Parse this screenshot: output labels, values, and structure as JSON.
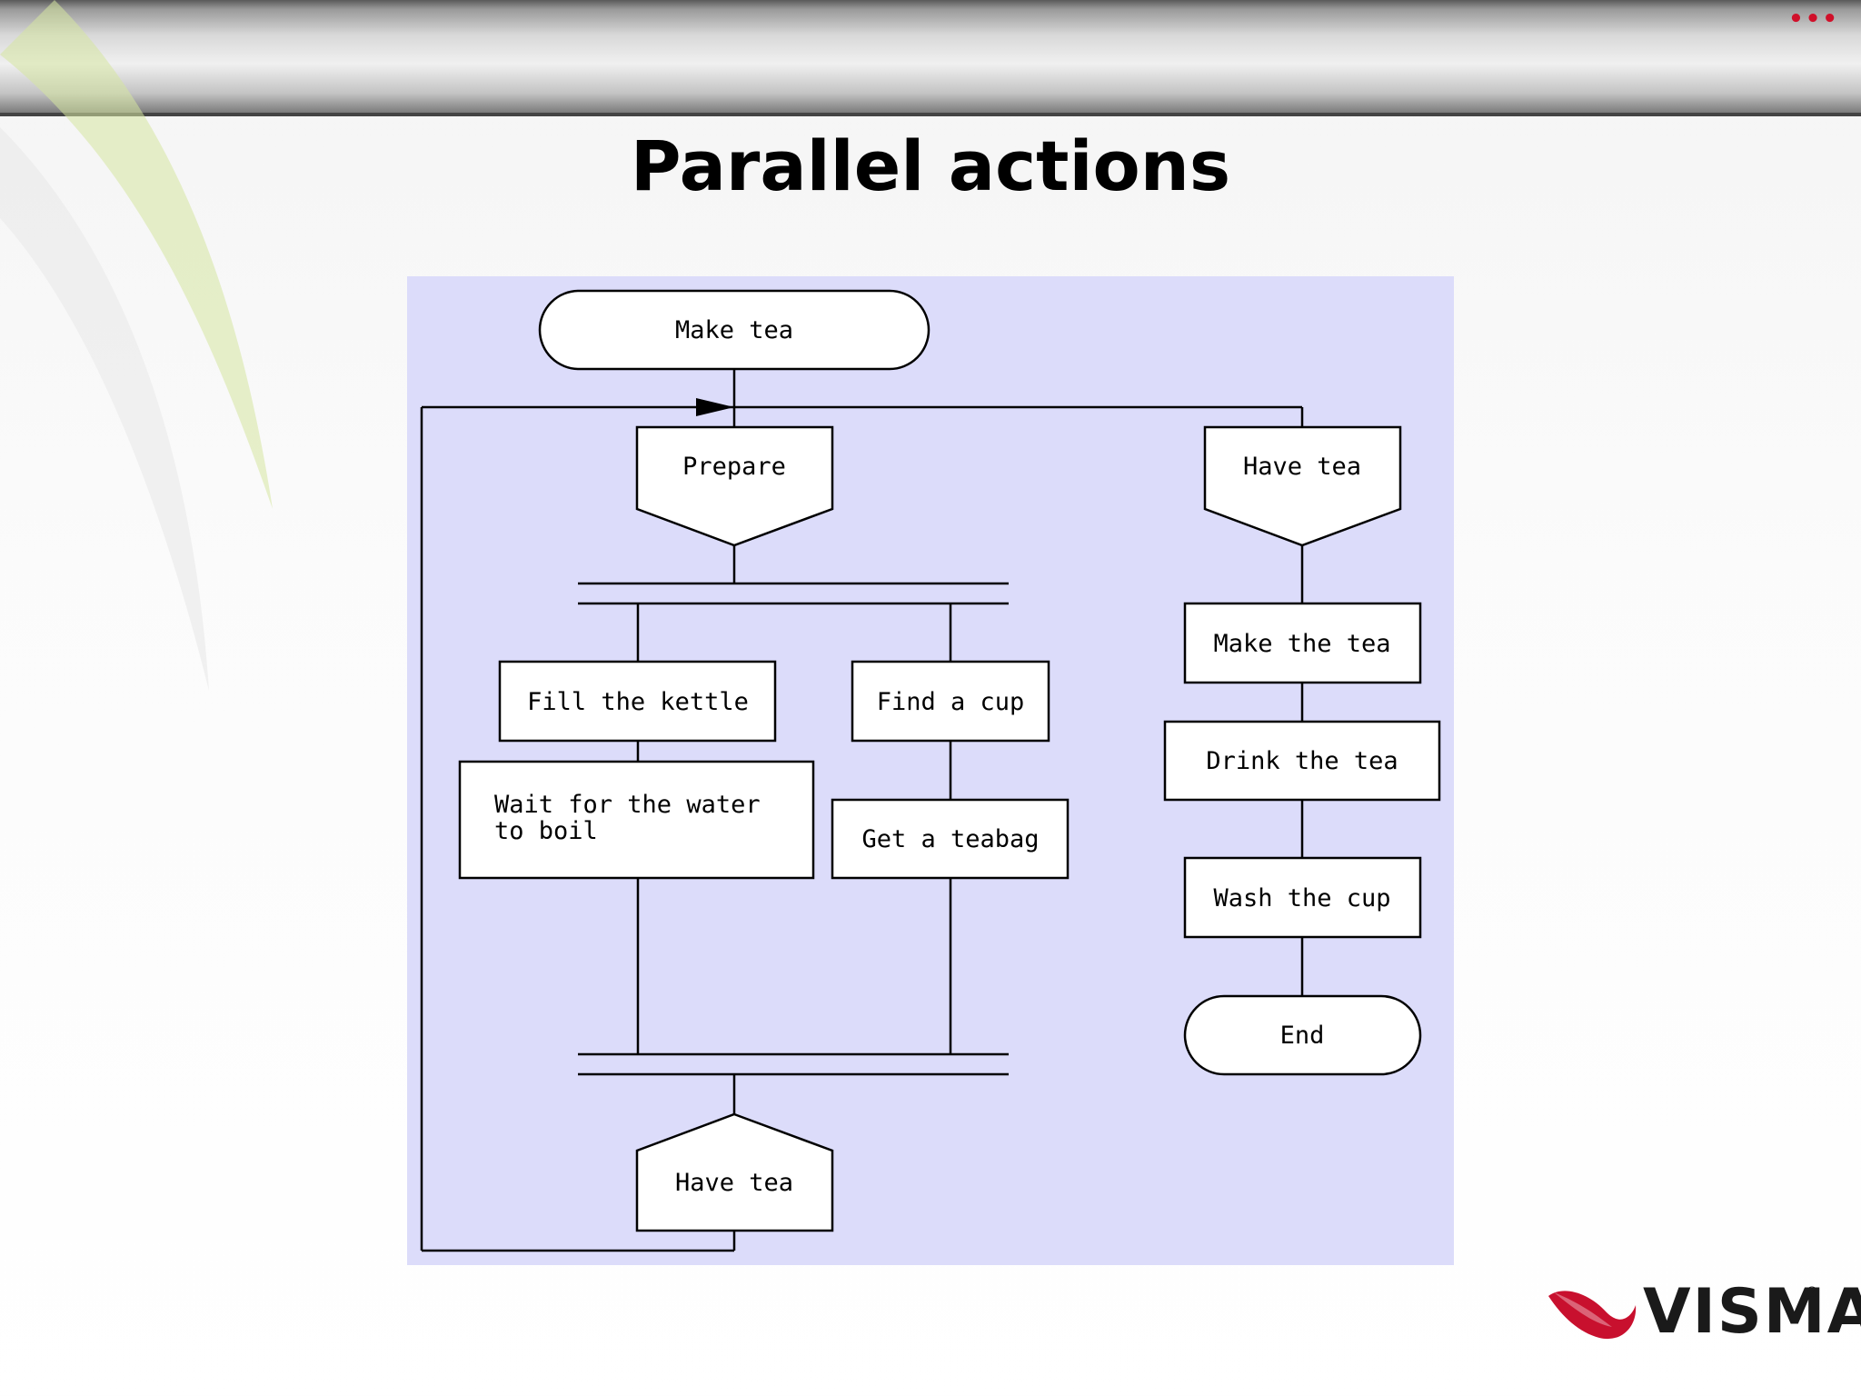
{
  "slide": {
    "title": "Parallel actions",
    "menu_dots": "•••"
  },
  "colors": {
    "diagram_background": "#dcdcfa",
    "node_fill": "#ffffff",
    "stroke": "#000000",
    "logo_accent": "#c8102e"
  },
  "diagram": {
    "nodes": {
      "make_tea": "Make tea",
      "prepare": "Prepare",
      "have_tea_right": "Have tea",
      "fill_kettle": "Fill the kettle",
      "find_cup": "Find a cup",
      "wait_line1": "Wait for the water",
      "wait_line2": "to boil",
      "get_teabag": "Get a teabag",
      "make_the_tea": "Make the tea",
      "drink_the_tea": "Drink the tea",
      "wash_the_cup": "Wash the cup",
      "end": "End",
      "have_tea_bottom": "Have tea"
    }
  },
  "logo": {
    "name": "VISMA",
    "registered": "®"
  }
}
